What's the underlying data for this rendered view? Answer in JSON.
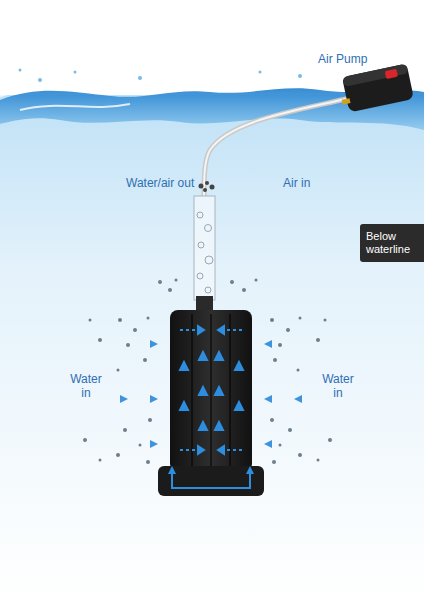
{
  "diagram": {
    "nodes": [
      {
        "text": [
          "Below waterline"
        ]
      }
    ],
    "labels": [
      "Air Pump",
      "Water/air out",
      "Air in",
      "Water in",
      "Water in"
    ]
  }
}
